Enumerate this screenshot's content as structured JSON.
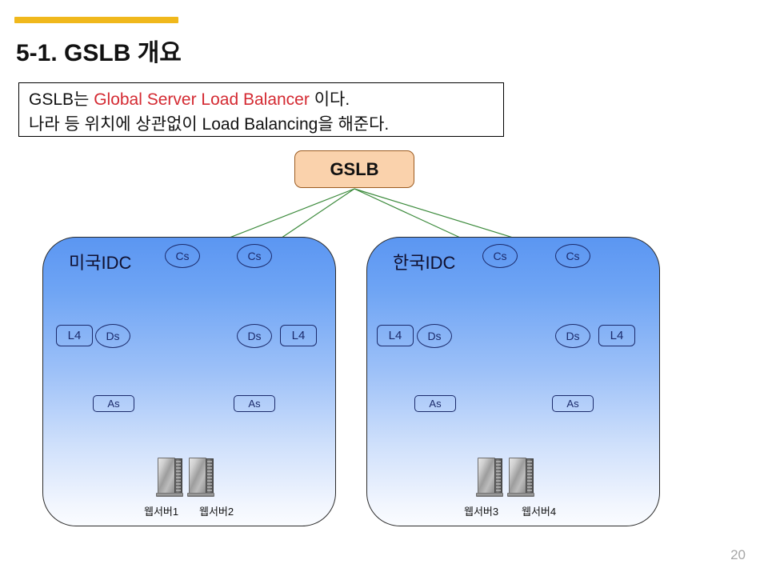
{
  "slide": {
    "title": "5-1. GSLB 개요",
    "page_number": "20",
    "accent_color": "#F0B81C"
  },
  "description": {
    "line1_prefix": "GSLB는 ",
    "line1_highlight": "Global Server Load Balancer",
    "line1_suffix": " 이다.",
    "line2": "나라 등 위치에 상관없이 Load Balancing을 해준다.",
    "highlight_color": "#D42A32"
  },
  "gslb": {
    "label": "GSLB",
    "fill_color": "#FAD2AC",
    "border_color": "#9C5B20"
  },
  "link_color": "#3B8A3B",
  "idc_panels": [
    {
      "title": "미국IDC",
      "nodes": {
        "cs": [
          "Cs",
          "Cs"
        ],
        "l4": [
          "L4",
          "L4"
        ],
        "ds": [
          "Ds",
          "Ds"
        ],
        "as": [
          "As",
          "As"
        ]
      },
      "servers": [
        {
          "label": "웹서버1"
        },
        {
          "label": "웹서버2"
        }
      ]
    },
    {
      "title": "한국IDC",
      "nodes": {
        "cs": [
          "Cs",
          "Cs"
        ],
        "l4": [
          "L4",
          "L4"
        ],
        "ds": [
          "Ds",
          "Ds"
        ],
        "as": [
          "As",
          "As"
        ]
      },
      "servers": [
        {
          "label": "웹서버3"
        },
        {
          "label": "웹서버4"
        }
      ]
    }
  ]
}
